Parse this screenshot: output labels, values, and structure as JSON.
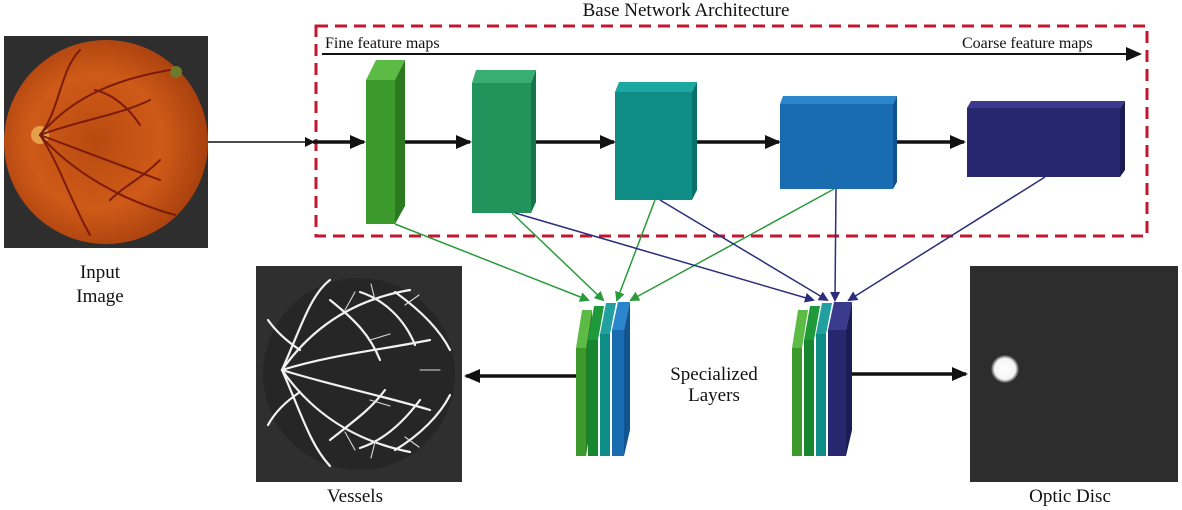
{
  "diagram": {
    "title": "Base Network Architecture",
    "fine_label": "Fine feature maps",
    "coarse_label": "Coarse feature maps",
    "input_label_line1": "Input",
    "input_label_line2": "Image",
    "specialized_line1": "Specialized",
    "specialized_line2": "Layers",
    "vessels_label": "Vessels",
    "optic_disc_label": "Optic Disc"
  },
  "colors": {
    "dashed_box": "#c0182f",
    "stage1": "#3c9a2c",
    "stage2": "#23935c",
    "stage3": "#0e8d86",
    "stage4": "#1a6cb0",
    "stage5": "#26276e",
    "green_arrow": "#2a9a3a",
    "navy_arrow": "#2b2e7a",
    "fundus_orange": "#c95516",
    "dark_panel": "#2f2f2f"
  }
}
